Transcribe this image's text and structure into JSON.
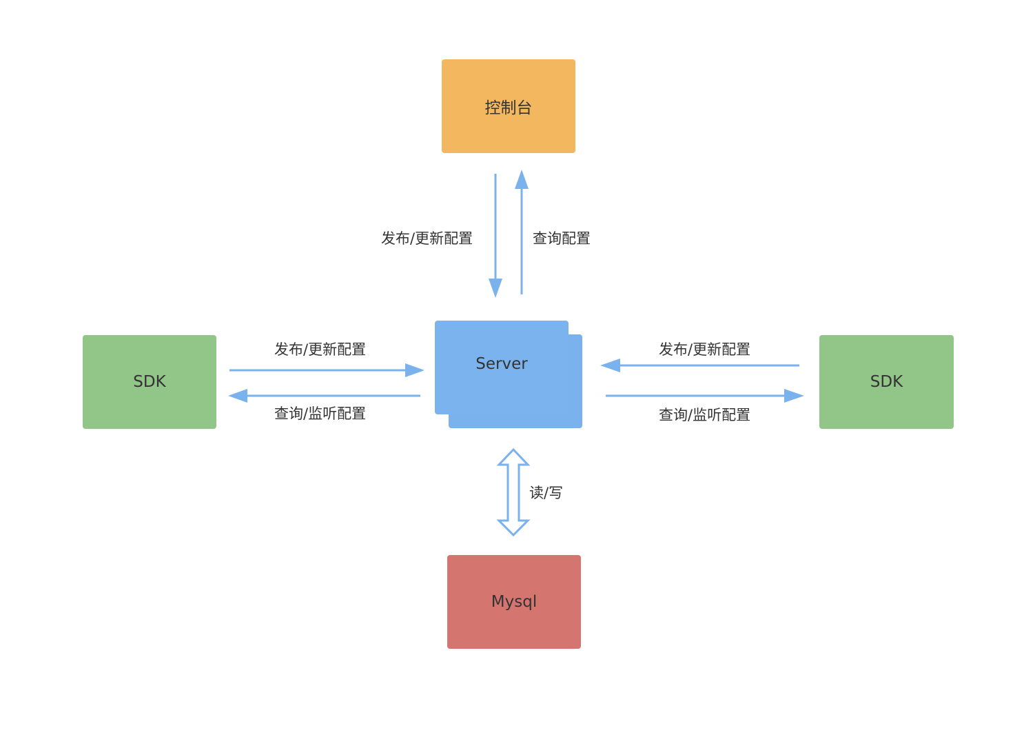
{
  "colors": {
    "console": "#F3B85F",
    "sdk": "#92C588",
    "server": "#7BB3EE",
    "server_back": "#79B2EC",
    "mysql": "#D57570",
    "arrow": "#79B2EC"
  },
  "nodes": {
    "console": "控制台",
    "server": "Server",
    "sdk_left": "SDK",
    "sdk_right": "SDK",
    "mysql": "Mysql"
  },
  "edges": {
    "console_to_server": "发布/更新配置",
    "server_to_console": "查询配置",
    "left_sdk_to_server": "发布/更新配置",
    "server_to_left_sdk": "查询/监听配置",
    "right_sdk_to_server": "发布/更新配置",
    "server_to_right_sdk": "查询/监听配置",
    "server_mysql": "读/写"
  }
}
